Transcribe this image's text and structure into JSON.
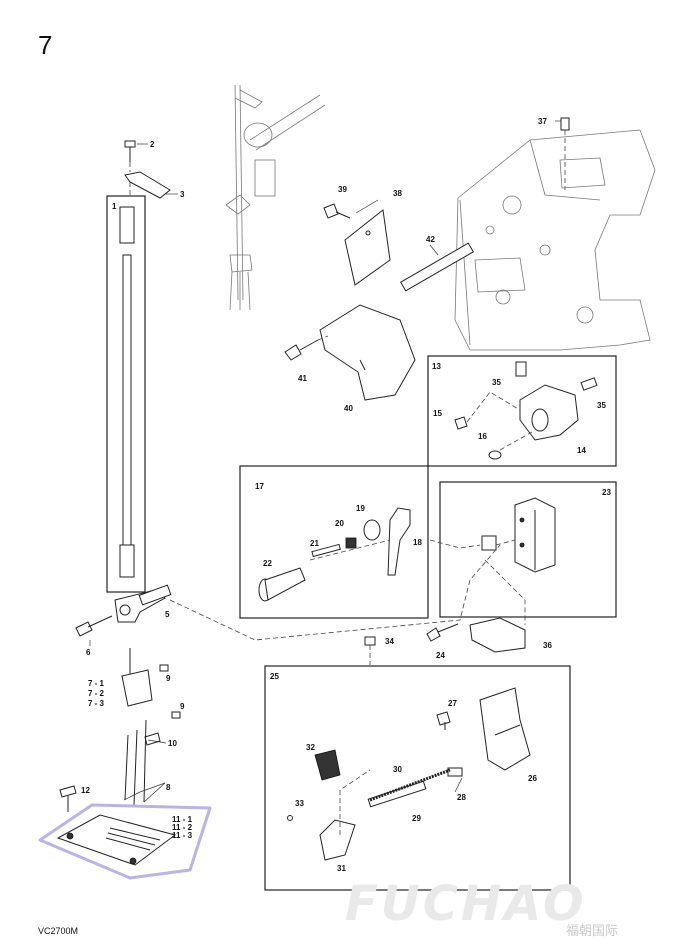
{
  "page_number": "7",
  "model_code": "VC2700M",
  "watermark_latin": "FUCHAO",
  "watermark_cn": "福朝国际",
  "callouts": [
    "1",
    "2",
    "3",
    "5",
    "6",
    "7 - 1",
    "7 - 2",
    "7 - 3",
    "8",
    "9",
    "9",
    "10",
    "11 - 1",
    "11 - 2",
    "11 - 3",
    "12",
    "13",
    "14",
    "15",
    "16",
    "35",
    "35",
    "17",
    "18",
    "19",
    "20",
    "21",
    "22",
    "23",
    "24",
    "25",
    "26",
    "27",
    "28",
    "29",
    "30",
    "31",
    "32",
    "33",
    "34",
    "36",
    "37",
    "38",
    "39",
    "40",
    "41",
    "42"
  ],
  "colors": {
    "highlight": "#b9b3e8",
    "line": "#222222",
    "watermark": "#e9e9e9"
  }
}
